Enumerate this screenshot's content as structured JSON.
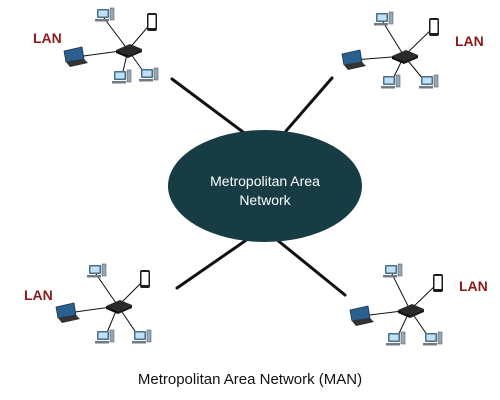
{
  "core": {
    "label_line1": "Metropolitan Area",
    "label_line2": "Network"
  },
  "lans": [
    {
      "label": "LAN"
    },
    {
      "label": "LAN"
    },
    {
      "label": "LAN"
    },
    {
      "label": "LAN"
    }
  ],
  "caption": "Metropolitan Area Network (MAN)",
  "colors": {
    "core_fill": "#173c43",
    "lan_label": "#8b1a1a",
    "link": "#111111",
    "device": "#4a6f8a",
    "screen": "#2b5f8e"
  }
}
